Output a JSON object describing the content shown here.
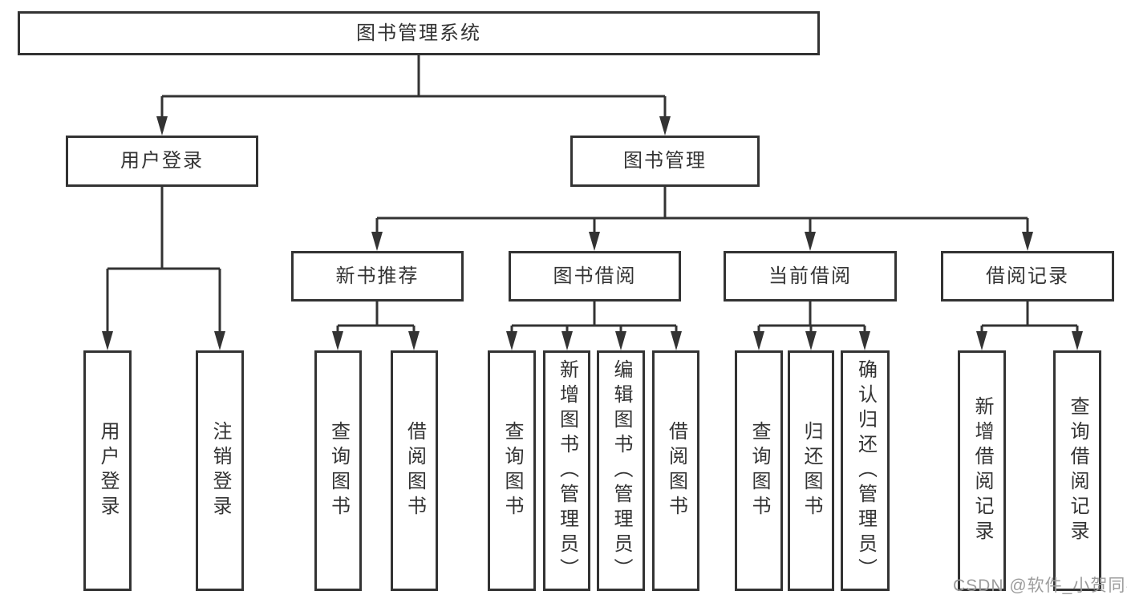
{
  "diagram": {
    "type": "hierarchy-tree",
    "root": {
      "label": "图书管理系统",
      "children": [
        {
          "label": "用户登录",
          "children": [
            {
              "label": "用户登录"
            },
            {
              "label": "注销登录"
            }
          ]
        },
        {
          "label": "图书管理",
          "children": [
            {
              "label": "新书推荐",
              "children": [
                {
                  "label": "查询图书"
                },
                {
                  "label": "借阅图书"
                }
              ]
            },
            {
              "label": "图书借阅",
              "children": [
                {
                  "label": "查询图书"
                },
                {
                  "label": "新增图书（管理员）"
                },
                {
                  "label": "编辑图书（管理员）"
                },
                {
                  "label": "借阅图书"
                }
              ]
            },
            {
              "label": "当前借阅",
              "children": [
                {
                  "label": "查询图书"
                },
                {
                  "label": "归还图书"
                },
                {
                  "label": "确认归还（管理员）"
                }
              ]
            },
            {
              "label": "借阅记录",
              "children": [
                {
                  "label": "新增借阅记录"
                },
                {
                  "label": "查询借阅记录"
                }
              ]
            }
          ]
        }
      ]
    }
  },
  "watermark": {
    "text": "CSDN @软件_小贺同学",
    "color": "#9c9c9c"
  },
  "colors": {
    "line": "#333333",
    "box_border": "#333333",
    "box_fill": "#ffffff",
    "text": "#333333",
    "background": "#ffffff"
  }
}
